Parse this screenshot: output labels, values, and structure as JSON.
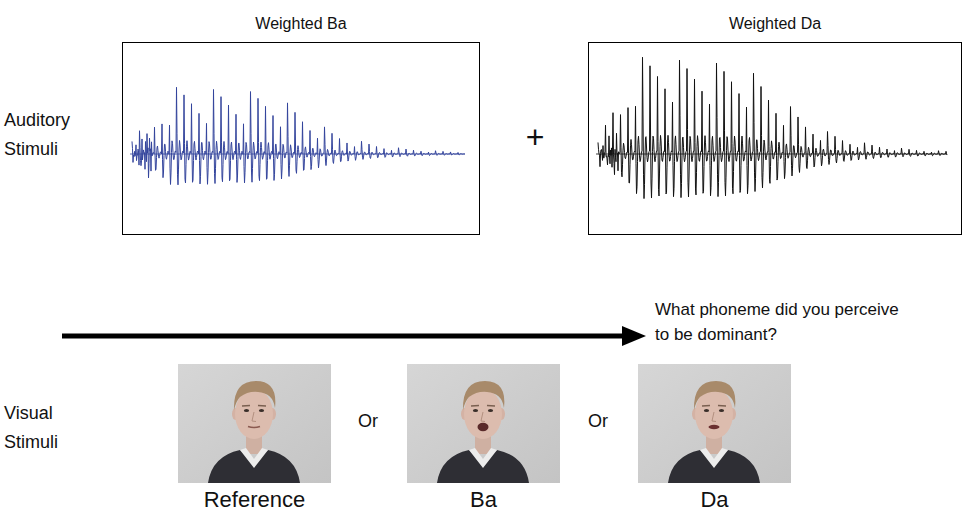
{
  "diagram": {
    "nodes": [
      {
        "text": [
          "Weighted Ba"
        ]
      },
      {
        "text": [
          "Weighted Da"
        ]
      },
      {
        "text": [
          "Reference"
        ]
      },
      {
        "text": [
          "Ba"
        ]
      },
      {
        "text": [
          "Da"
        ]
      }
    ],
    "labels": [
      "Auditory Stimuli",
      "+",
      "What phoneme did you perceive to be dominant?",
      "Visual Stimuli",
      "Or",
      "Or"
    ]
  }
}
